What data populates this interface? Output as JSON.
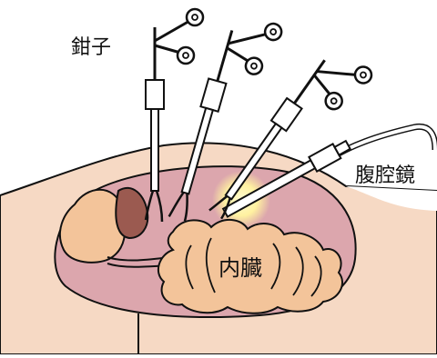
{
  "labels": {
    "forceps": "鉗子",
    "laparoscope": "腹腔鏡",
    "internal_organs": "内臓"
  },
  "colors": {
    "skin": "#f6d9c4",
    "cavity": "#dca6ad",
    "organ": "#f3c49a",
    "gallbladder": "#9b5a50",
    "light": "#fff7a8",
    "outline": "#111111"
  }
}
